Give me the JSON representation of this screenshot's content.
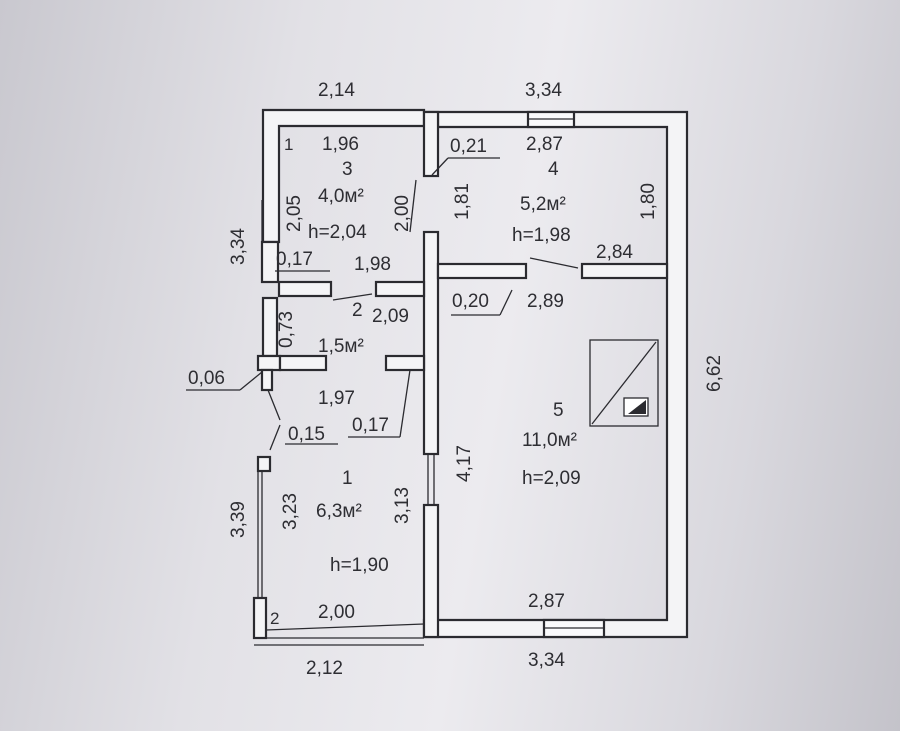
{
  "rooms": [
    {
      "number": "1",
      "area": "6,3м²",
      "height": "h=1,90"
    },
    {
      "number": "2",
      "area": "1,5м²"
    },
    {
      "number": "3",
      "area": "4,0м²",
      "height": "h=2,04"
    },
    {
      "number": "4",
      "area": "5,2м²",
      "height": "h=1,98"
    },
    {
      "number": "5",
      "area": "11,0м²",
      "height": "h=2,09"
    }
  ],
  "dimensions": {
    "top_left": "2,14",
    "top_right": "3,34",
    "r3_width": "1,96",
    "r4_width_top": "2,87",
    "r3_wall_thk": "0,21",
    "r4_height": "1,81",
    "r4_height_right": "1,80",
    "r3_height_inner": "2,05",
    "r3_height_right": "2,00",
    "left_upper": "3,34",
    "r3_bottom_wall": "0,17",
    "r2_top_width": "1,98",
    "r4_bottom_width": "2,84",
    "r2_width": "2,09",
    "r4_bottom_wall": "0,20",
    "r5_width_top": "2,89",
    "r2_height": "0,73",
    "overall_height": "6,62",
    "wall_left": "0,06",
    "r2_bottom_width": "1,97",
    "r2_bottom_wall": "0,17",
    "r1_wall": "0,15",
    "r5_height": "4,17",
    "left_lower": "3,39",
    "r1_height_left": "3,23",
    "r1_height_right": "3,13",
    "r5_width_bottom": "2,87",
    "r1_width": "2,00",
    "bottom_left": "2,12",
    "bottom_right": "3,34",
    "door_mark_upper": "1",
    "door_mark_lower": "2"
  }
}
